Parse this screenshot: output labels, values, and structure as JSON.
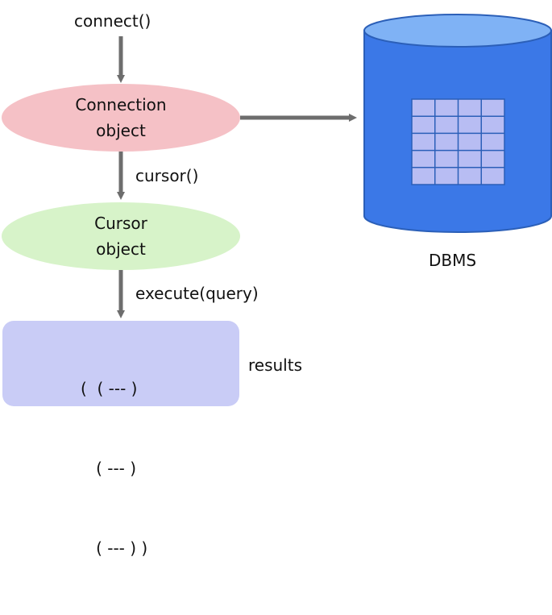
{
  "steps": {
    "connect": "connect()",
    "cursor": "cursor()",
    "execute": "execute(query)"
  },
  "nodes": {
    "connection": {
      "line1": "Connection",
      "line2": "object"
    },
    "cursor": {
      "line1": "Cursor",
      "line2": "object"
    },
    "dbms": {
      "label": "DBMS"
    }
  },
  "results": {
    "lines": [
      "(  ( --- )",
      "   ( --- )",
      "   ( --- ) )"
    ],
    "label": "results"
  },
  "colors": {
    "connection_fill": "#f5c1c6",
    "cursor_fill": "#d7f3c9",
    "results_fill": "#c9ccf6",
    "db_body": "#3b78e7",
    "db_top": "#7fb2f5",
    "db_grid": "#b8bdf3",
    "arrow": "#6d6d6d"
  }
}
